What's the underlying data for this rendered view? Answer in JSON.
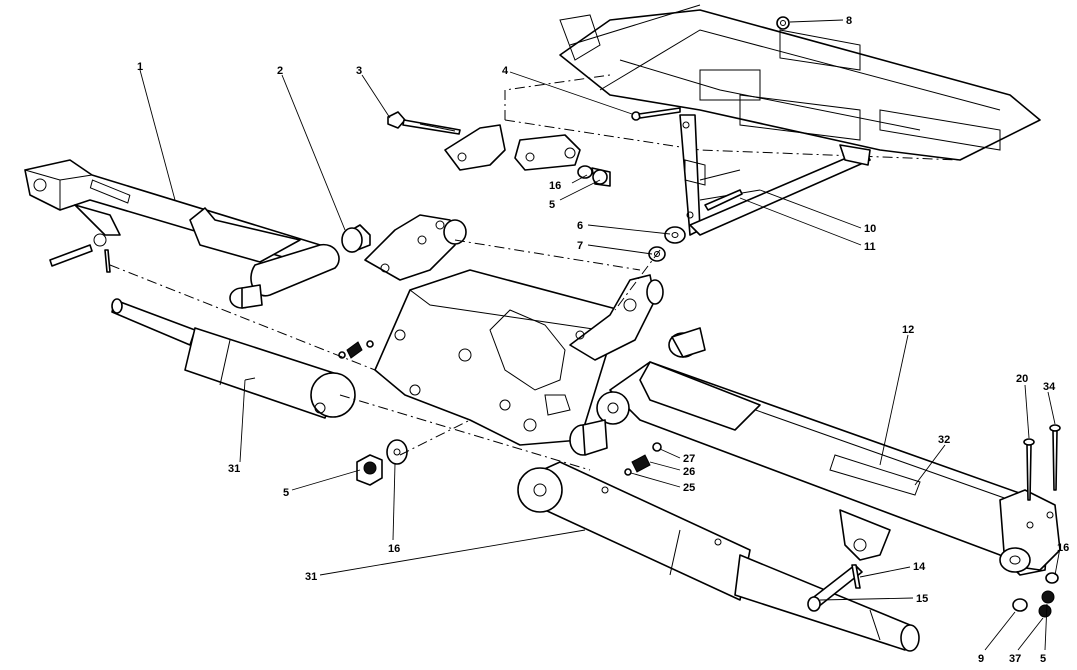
{
  "callouts": [
    {
      "id": "c1",
      "label": "1"
    },
    {
      "id": "c2",
      "label": "2"
    },
    {
      "id": "c3",
      "label": "3"
    },
    {
      "id": "c4",
      "label": "4"
    },
    {
      "id": "c8",
      "label": "8"
    },
    {
      "id": "c16a",
      "label": "16"
    },
    {
      "id": "c5a",
      "label": "5"
    },
    {
      "id": "c6",
      "label": "6"
    },
    {
      "id": "c7",
      "label": "7"
    },
    {
      "id": "c10",
      "label": "10"
    },
    {
      "id": "c11",
      "label": "11"
    },
    {
      "id": "c12",
      "label": "12"
    },
    {
      "id": "c20",
      "label": "20"
    },
    {
      "id": "c34",
      "label": "34"
    },
    {
      "id": "c32",
      "label": "32"
    },
    {
      "id": "c31a",
      "label": "31"
    },
    {
      "id": "c5b",
      "label": "5"
    },
    {
      "id": "c16b",
      "label": "16"
    },
    {
      "id": "c27",
      "label": "27"
    },
    {
      "id": "c26",
      "label": "26"
    },
    {
      "id": "c25",
      "label": "25"
    },
    {
      "id": "c31b",
      "label": "31"
    },
    {
      "id": "c14",
      "label": "14"
    },
    {
      "id": "c15",
      "label": "15"
    },
    {
      "id": "c16c",
      "label": "16"
    },
    {
      "id": "c9",
      "label": "9"
    },
    {
      "id": "c37",
      "label": "37"
    },
    {
      "id": "c5c",
      "label": "5"
    }
  ]
}
